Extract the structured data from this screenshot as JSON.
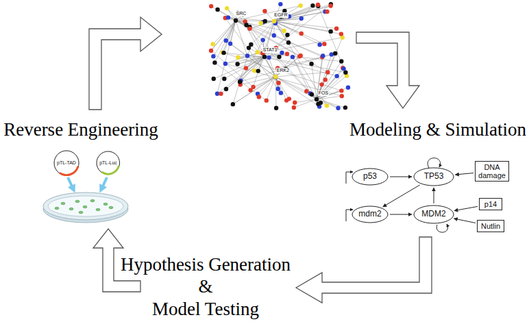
{
  "diagram": {
    "nodes": [
      {
        "text": [
          "pTL-TAD"
        ]
      },
      {
        "text": [
          "pTL-Luc"
        ]
      },
      {
        "text": [
          "p53"
        ]
      },
      {
        "text": [
          "TP53"
        ]
      },
      {
        "text": [
          "DNA damage"
        ]
      },
      {
        "text": [
          "mdm2"
        ]
      },
      {
        "text": [
          "MDM2"
        ]
      },
      {
        "text": [
          "p14"
        ]
      },
      {
        "text": [
          "Nutlin"
        ]
      }
    ],
    "edges": [
      {
        "from": 2,
        "to": 3,
        "arrow": "to"
      },
      {
        "from": 4,
        "to": 3,
        "arrow": "to"
      },
      {
        "from": 3,
        "to": 5,
        "arrow": "to"
      },
      {
        "from": 6,
        "to": 3,
        "arrow": "to"
      },
      {
        "from": 5,
        "to": 6,
        "arrow": "to"
      },
      {
        "from": 7,
        "to": 6,
        "arrow": "to"
      },
      {
        "from": 8,
        "to": 6,
        "arrow": "to"
      }
    ],
    "labels": [
      "SRC",
      "EGFR",
      "STAT3",
      "ERK2",
      "FOS",
      "Reverse Engineering",
      "Modeling & Simulation",
      "Hypothesis Generation",
      "&",
      "Model Testing"
    ]
  }
}
